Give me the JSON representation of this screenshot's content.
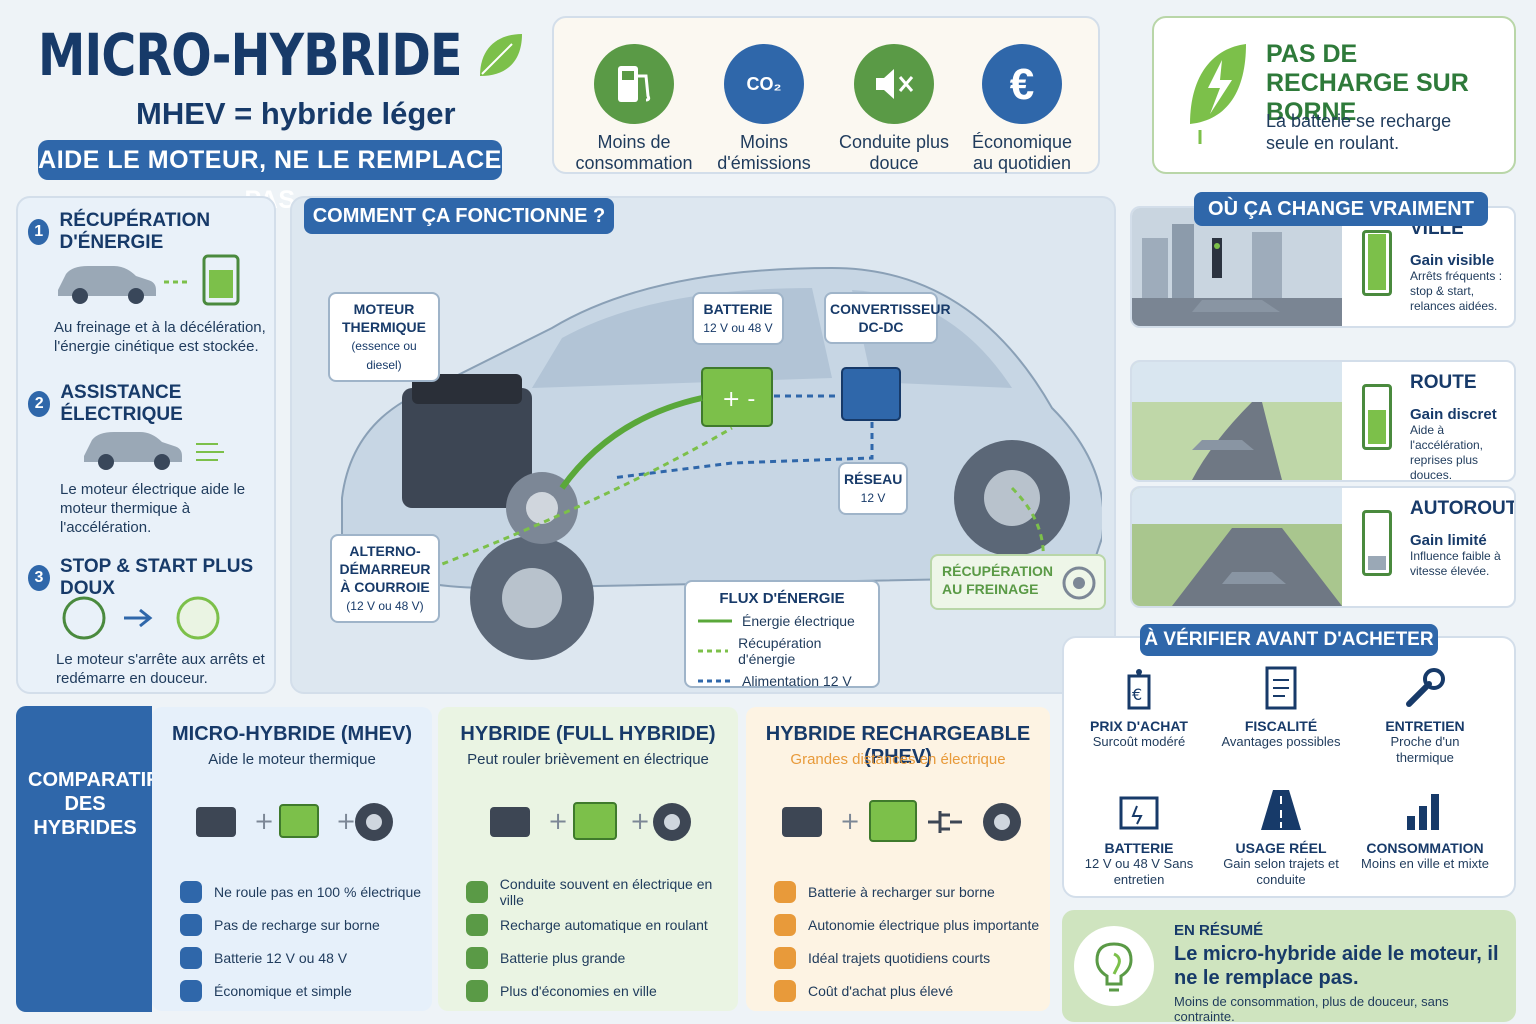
{
  "header": {
    "title": "MICRO-HYBRIDE",
    "subtitle": "MHEV = hybride léger",
    "tagline": "AIDE LE MOTEUR, NE LE REMPLACE PAS"
  },
  "benefits": [
    {
      "label": "Moins de consommation",
      "icon": "fuel-pump-icon",
      "color": "#5a9a46"
    },
    {
      "label": "Moins d'émissions",
      "icon": "co2-cloud-icon",
      "color": "#2f67aa",
      "glyph": "CO₂"
    },
    {
      "label": "Conduite plus douce",
      "icon": "mute-speaker-icon",
      "color": "#5a9a46"
    },
    {
      "label": "Économique au quotidien",
      "icon": "euro-icon",
      "color": "#2f67aa",
      "glyph": "€"
    }
  ],
  "no_charge": {
    "title": "PAS DE RECHARGE SUR BORNE",
    "text": "La batterie se recharge seule en roulant."
  },
  "steps": [
    {
      "num": "1",
      "title": "RÉCUPÉRATION D'ÉNERGIE",
      "text": "Au freinage et à la décélération, l'énergie cinétique est stockée."
    },
    {
      "num": "2",
      "title": "ASSISTANCE ÉLECTRIQUE",
      "text": "Le moteur électrique aide le moteur thermique à l'accélération."
    },
    {
      "num": "3",
      "title": "STOP & START PLUS DOUX",
      "text": "Le moteur s'arrête aux arrêts et redémarre en douceur."
    }
  ],
  "how": {
    "title": "COMMENT ÇA FONCTIONNE ?",
    "engine": {
      "title": "MOTEUR THERMIQUE",
      "note": "(essence ou diesel)"
    },
    "battery": {
      "title": "BATTERIE",
      "note": "12 V ou 48 V"
    },
    "converter": {
      "title": "CONVERTISSEUR DC-DC"
    },
    "network": {
      "title": "RÉSEAU",
      "note": "12 V"
    },
    "alternator": {
      "title": "ALTERNO-DÉMARREUR À COURROIE",
      "note": "(12 V ou 48 V)"
    },
    "braking": "RÉCUPÉRATION AU FREINAGE",
    "legend": {
      "title": "FLUX D'ÉNERGIE",
      "items": [
        "Énergie électrique",
        "Récupération d'énergie",
        "Alimentation 12 V"
      ]
    },
    "colors": {
      "electric": "#5aa83a",
      "recovery": "#7cc04a",
      "supply": "#2f67aa"
    }
  },
  "zones": {
    "title": "OÙ ÇA CHANGE VRAIMENT",
    "items": [
      {
        "name": "VILLE",
        "gain": "Gain visible",
        "desc": "Arrêts fréquents : stop & start, relances aidées.",
        "level": 1.0
      },
      {
        "name": "ROUTE",
        "gain": "Gain discret",
        "desc": "Aide à l'accélération, reprises plus douces.",
        "level": 0.6
      },
      {
        "name": "AUTOROUTE",
        "gain": "Gain limité",
        "desc": "Influence faible à vitesse élevée.",
        "level": 0.25
      }
    ]
  },
  "checklist": {
    "title": "À VÉRIFIER AVANT D'ACHETER",
    "items": [
      {
        "title": "PRIX D'ACHAT",
        "text": "Surcoût modéré",
        "icon": "price-tag-icon"
      },
      {
        "title": "FISCALITÉ",
        "text": "Avantages possibles",
        "icon": "document-icon"
      },
      {
        "title": "ENTRETIEN",
        "text": "Proche d'un thermique",
        "icon": "wrench-icon"
      },
      {
        "title": "BATTERIE",
        "text": "12 V ou 48 V Sans entretien",
        "icon": "battery-icon"
      },
      {
        "title": "USAGE RÉEL",
        "text": "Gain selon trajets et conduite",
        "icon": "road-icon"
      },
      {
        "title": "CONSOMMATION",
        "text": "Moins en ville et mixte",
        "icon": "bar-chart-icon"
      }
    ]
  },
  "comparison": {
    "label": "COMPARATIF DES HYBRIDES",
    "columns": [
      {
        "title": "MICRO-HYBRIDE (MHEV)",
        "subtitle": "Aide le moteur thermique",
        "bg": "#e6f0fa",
        "accent": "#2f67aa",
        "points": [
          "Ne roule pas en 100 % électrique",
          "Pas de recharge sur borne",
          "Batterie 12 V ou 48 V",
          "Économique et simple"
        ]
      },
      {
        "title": "HYBRIDE (FULL HYBRIDE)",
        "subtitle": "Peut rouler brièvement en électrique",
        "bg": "#eaf4e3",
        "accent": "#5a9a46",
        "points": [
          "Conduite souvent en électrique en ville",
          "Recharge automatique en roulant",
          "Batterie plus grande",
          "Plus d'économies en ville"
        ]
      },
      {
        "title": "HYBRIDE RECHARGEABLE (PHEV)",
        "subtitle": "Grandes distances en électrique",
        "bg": "#fdf3e3",
        "accent": "#e89a3a",
        "points": [
          "Batterie à recharger sur borne",
          "Autonomie électrique plus importante",
          "Idéal trajets quotidiens courts",
          "Coût d'achat plus élevé"
        ]
      }
    ]
  },
  "summary": {
    "label": "EN RÉSUMÉ",
    "headline": "Le micro-hybride aide le moteur, il ne le remplace pas.",
    "text": "Moins de consommation, plus de douceur, sans contrainte."
  }
}
